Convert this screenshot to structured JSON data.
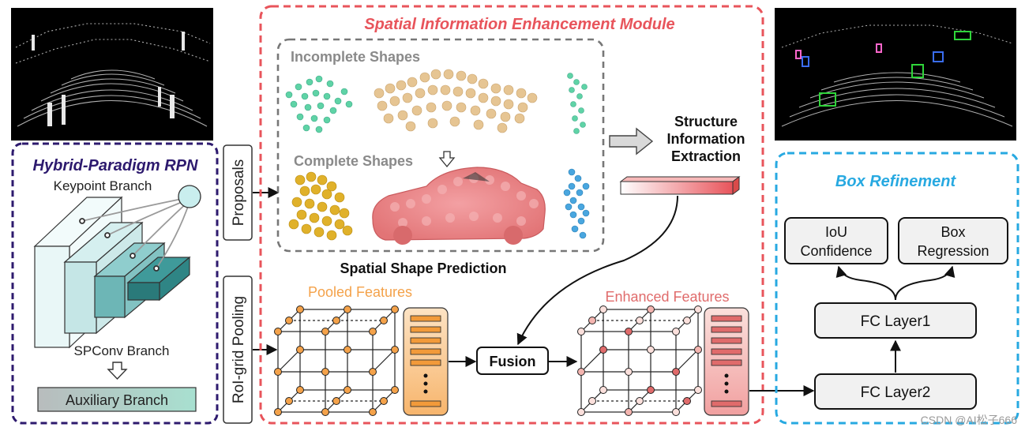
{
  "sie_module": {
    "title": "Spatial Information Enhancement Module",
    "incomplete_label": "Incomplete Shapes",
    "complete_label": "Complete Shapes",
    "shape_prediction_label": "Spatial Shape Prediction",
    "structure_extraction_label": [
      "Structure",
      "Information",
      "Extraction"
    ],
    "pooled_label": "Pooled Features",
    "enhanced_label": "Enhanced Features",
    "fusion_label": "Fusion"
  },
  "rpn": {
    "title": "Hybrid-Paradigm RPN",
    "keypoint_label": "Keypoint Branch",
    "spconv_label": "SPConv Branch",
    "auxiliary_label": "Auxiliary Branch"
  },
  "side_labels": {
    "proposals": "Proposals",
    "roi_pooling": "RoI-grid Pooling"
  },
  "box_refinement": {
    "title": "Box Refinement",
    "iou_label": [
      "IoU",
      "Confidence"
    ],
    "box_reg_label": [
      "Box",
      "Regression"
    ],
    "fc1_label": "FC Layer1",
    "fc2_label": "FC Layer2"
  },
  "watermark": "CSDN @AI松子666",
  "colors": {
    "module_red": "#e8545b",
    "rpn_purple": "#2d1a6e",
    "refine_blue": "#27a9e1",
    "pooled_orange": "#f4a24a",
    "enhanced_red": "#e06b6b"
  }
}
